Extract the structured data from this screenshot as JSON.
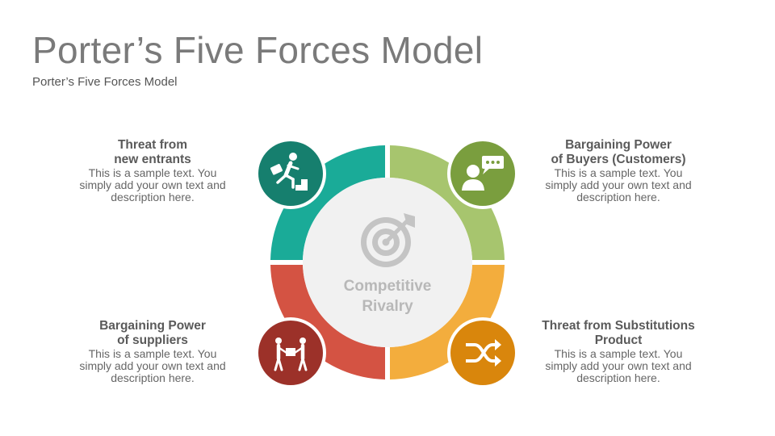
{
  "title": "Porter’s Five Forces Model",
  "subtitle": "Porter’s Five Forces Model",
  "center": {
    "line1": "Competitive",
    "line2": "Rivalry",
    "icon": "target-icon"
  },
  "forces": {
    "top_left": {
      "heading": "Threat from\nnew entrants",
      "body": "This is a sample text. You\nsimply add your own text and\ndescription here.",
      "icon": "running-businessman-icon",
      "color": "#1aab98",
      "badge_color": "#167f6e"
    },
    "top_right": {
      "heading": "Bargaining Power\nof Buyers (Customers)",
      "body": "This is a sample text. You\nsimply add your own text and\ndescription here.",
      "icon": "customer-chat-icon",
      "color": "#a7c56e",
      "badge_color": "#7a9e3e"
    },
    "bottom_left": {
      "heading": "Bargaining Power\nof suppliers",
      "body": "This is a sample text. You\nsimply add your own text and\ndescription here.",
      "icon": "exchange-people-icon",
      "color": "#d45343",
      "badge_color": "#9c3129"
    },
    "bottom_right": {
      "heading": "Threat from Substitutions\nProduct",
      "body": "This is a sample text. You\nsimply add your own text and\ndescription here.",
      "icon": "shuffle-arrows-icon",
      "color": "#f3ad3d",
      "badge_color": "#d9860c"
    }
  }
}
